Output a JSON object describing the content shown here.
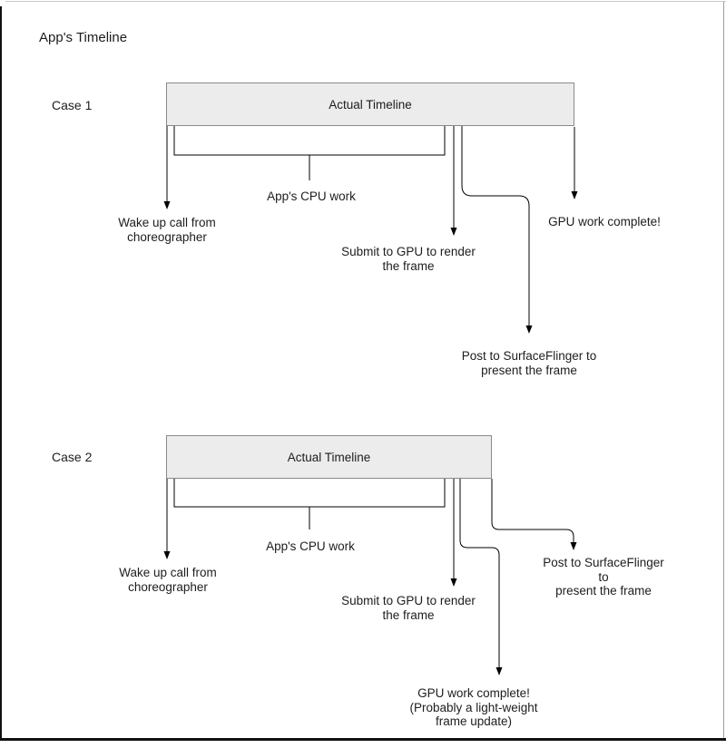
{
  "title": "App's Timeline",
  "colors": {
    "bar_fill": "#ececec",
    "bar_border": "#8a8a8a",
    "line": "#000000",
    "text": "#1d1d1d",
    "edge_dark": "#111111",
    "edge_light": "#c9c9c9",
    "edge_right": "#9d9d9d"
  },
  "case1": {
    "label": "Case 1",
    "bar_label": "Actual Timeline",
    "labels": {
      "wake": "Wake up call from\nchoreographer",
      "cpu": "App's CPU work",
      "submit": "Submit to GPU to render\nthe frame",
      "gpu": "GPU work complete!",
      "post": "Post to SurfaceFlinger to\npresent the frame"
    }
  },
  "case2": {
    "label": "Case 2",
    "bar_label": "Actual Timeline",
    "labels": {
      "wake": "Wake up call from\nchoreographer",
      "cpu": "App's CPU work",
      "submit": "Submit to GPU to render\nthe frame",
      "gpu": "GPU work complete!\n(Probably a light-weight\nframe update)",
      "post": "Post to SurfaceFlinger to\npresent the frame"
    }
  }
}
